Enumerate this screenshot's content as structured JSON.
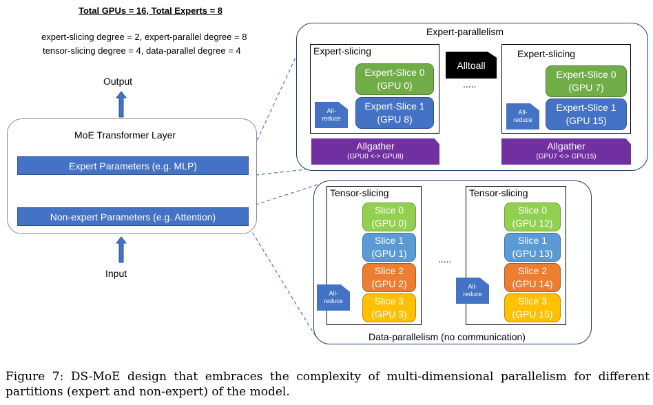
{
  "header": {
    "title": "Total GPUs = 16, Total Experts = 8",
    "config_line1": "expert-slicing degree = 2, expert-parallel degree = 8",
    "config_line2": "tensor-slicing degree = 4, data-parallel degree = 4"
  },
  "left": {
    "output_label": "Output",
    "input_label": "Input",
    "layer_title": "MoE Transformer Layer",
    "expert_params": "Expert Parameters (e.g. MLP)",
    "non_expert_params": "Non-expert Parameters (e.g. Attention)"
  },
  "expert_parallelism": {
    "title": "Expert-parallelism",
    "alltoall": "Alltoall",
    "ellipsis": ".....",
    "groups": [
      {
        "title": "Expert-slicing",
        "slices": [
          {
            "name": "Expert-Slice 0",
            "gpu": "(GPU 0)"
          },
          {
            "name": "Expert-Slice 1",
            "gpu": "(GPU 8)"
          }
        ],
        "allreduce_line1": "All-",
        "allreduce_line2": "reduce",
        "allgather": "Allgather",
        "allgather_sub": "(GPU0 <-> GPU8)"
      },
      {
        "title": "Expert-slicing",
        "slices": [
          {
            "name": "Expert-Slice 0",
            "gpu": "(GPU 7)"
          },
          {
            "name": "Expert-Slice 1",
            "gpu": "(GPU 15)"
          }
        ],
        "allreduce_line1": "All-",
        "allreduce_line2": "reduce",
        "allgather": "Allgather",
        "allgather_sub": "(GPU7 <-> GPU15)"
      }
    ]
  },
  "data_parallelism": {
    "title": "Data-parallelism (no communication)",
    "ellipsis": ".....",
    "groups": [
      {
        "title": "Tensor-slicing",
        "slices": [
          {
            "name": "Slice 0",
            "gpu": "(GPU 0)"
          },
          {
            "name": "Slice 1",
            "gpu": "(GPU 1)"
          },
          {
            "name": "Slice 2",
            "gpu": "(GPU 2)"
          },
          {
            "name": "Slice 3",
            "gpu": "(GPU 3)"
          }
        ],
        "allreduce_line1": "All-",
        "allreduce_line2": "reduce"
      },
      {
        "title": "Tensor-slicing",
        "slices": [
          {
            "name": "Slice 0",
            "gpu": "(GPU 12)"
          },
          {
            "name": "Slice 1",
            "gpu": "(GPU 13)"
          },
          {
            "name": "Slice 2",
            "gpu": "(GPU 14)"
          },
          {
            "name": "Slice 3",
            "gpu": "(GPU 15)"
          }
        ],
        "allreduce_line1": "All-",
        "allreduce_line2": "reduce"
      }
    ]
  },
  "caption": "Figure 7: DS-MoE design that embraces the complexity of multi-dimensional parallelism for different partitions (expert and non-expert) of the model.",
  "colors": {
    "expert_slice_0": "#70ad47",
    "expert_slice_1": "#4472c4",
    "allgather": "#7030a0",
    "slice_0": "#92d050",
    "slice_1": "#5b9bd5",
    "slice_2": "#ed7d31",
    "slice_3": "#ffc000",
    "arrow": "#4472c4"
  }
}
